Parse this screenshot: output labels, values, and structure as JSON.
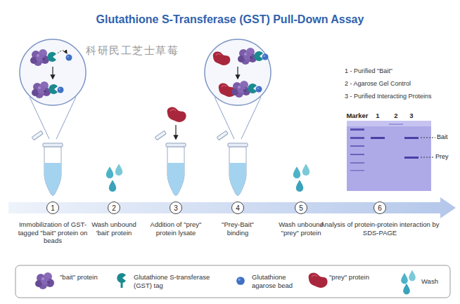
{
  "diagram": {
    "title": "Glutathione S-Transferase (GST) Pull-Down Assay",
    "nodes": [
      {
        "text": [
          "1"
        ]
      },
      {
        "text": [
          "2"
        ]
      },
      {
        "text": [
          "3"
        ]
      },
      {
        "text": [
          "4"
        ]
      },
      {
        "text": [
          "5"
        ]
      },
      {
        "text": [
          "6"
        ]
      }
    ],
    "labels": [
      "科研民工芝士草莓",
      "1 - Purified \"Bait\"",
      "2 - Agarose Gel Control",
      "3 - Purified Interacting Proteins",
      "Marker",
      "1",
      "2",
      "3",
      "Bait",
      "Prey",
      "Immobilization of GST-tagged \"bait\" protein on beads",
      "Wash unbound 'bait' protein",
      "Addition of \"prey\" protein lysate",
      "\"Prey-Bait\" binding",
      "Wash unbound \"prey\" protein",
      "Analysis of protein-protein interaction by SDS-PAGE"
    ],
    "legend": [
      {
        "text": "\"bait\" protein"
      },
      {
        "text": "Glutathione S-transferase (GST) tag"
      },
      {
        "text": "Glutathione agarose bead"
      },
      {
        "text": "\"prey\" protein"
      },
      {
        "text": "Wash"
      }
    ]
  }
}
